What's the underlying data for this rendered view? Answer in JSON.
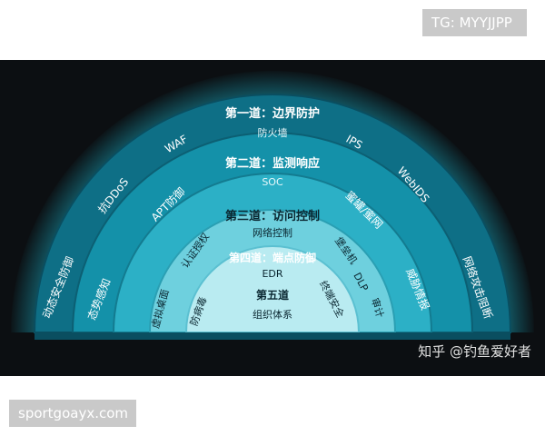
{
  "top_tag": "TG: MYYJJPP",
  "bottom_tag": "sportgoayx.com",
  "watermark": "知乎 @钓鱼爱好者",
  "layers": {
    "layer1": {
      "title": "第一道：边界防护",
      "subtitle": "防火墙",
      "items": [
        "动态安全防御",
        "抗DDoS",
        "WAF",
        "IPS",
        "WebIDS",
        "网络攻击阻断"
      ]
    },
    "layer2": {
      "title": "第二道：监测响应",
      "subtitle": "SOC",
      "items": [
        "态势感知",
        "APT防御",
        "蜜罐/蜜网",
        "威胁情报"
      ]
    },
    "layer3": {
      "title": "第三道：访问控制",
      "subtitle": "网络控制",
      "items": [
        "虚拟桌面",
        "认证授权",
        "堡垒机",
        "DLP"
      ]
    },
    "layer4": {
      "title": "第四道：端点防御",
      "subtitle": "EDR",
      "items": [
        "防病毒",
        "终端安全",
        "审计"
      ]
    },
    "layer5": {
      "title": "第五道",
      "subtitle": "组织体系"
    }
  },
  "colors": {
    "background": "#0c0f12",
    "ring1": "#0e6f86",
    "ring2": "#1491a9",
    "ring3": "#2cb0c6",
    "ring4": "#6ed0de",
    "ring5": "#b9ebf1",
    "title_text": "#0a2630",
    "item_text": "#ffffff"
  }
}
